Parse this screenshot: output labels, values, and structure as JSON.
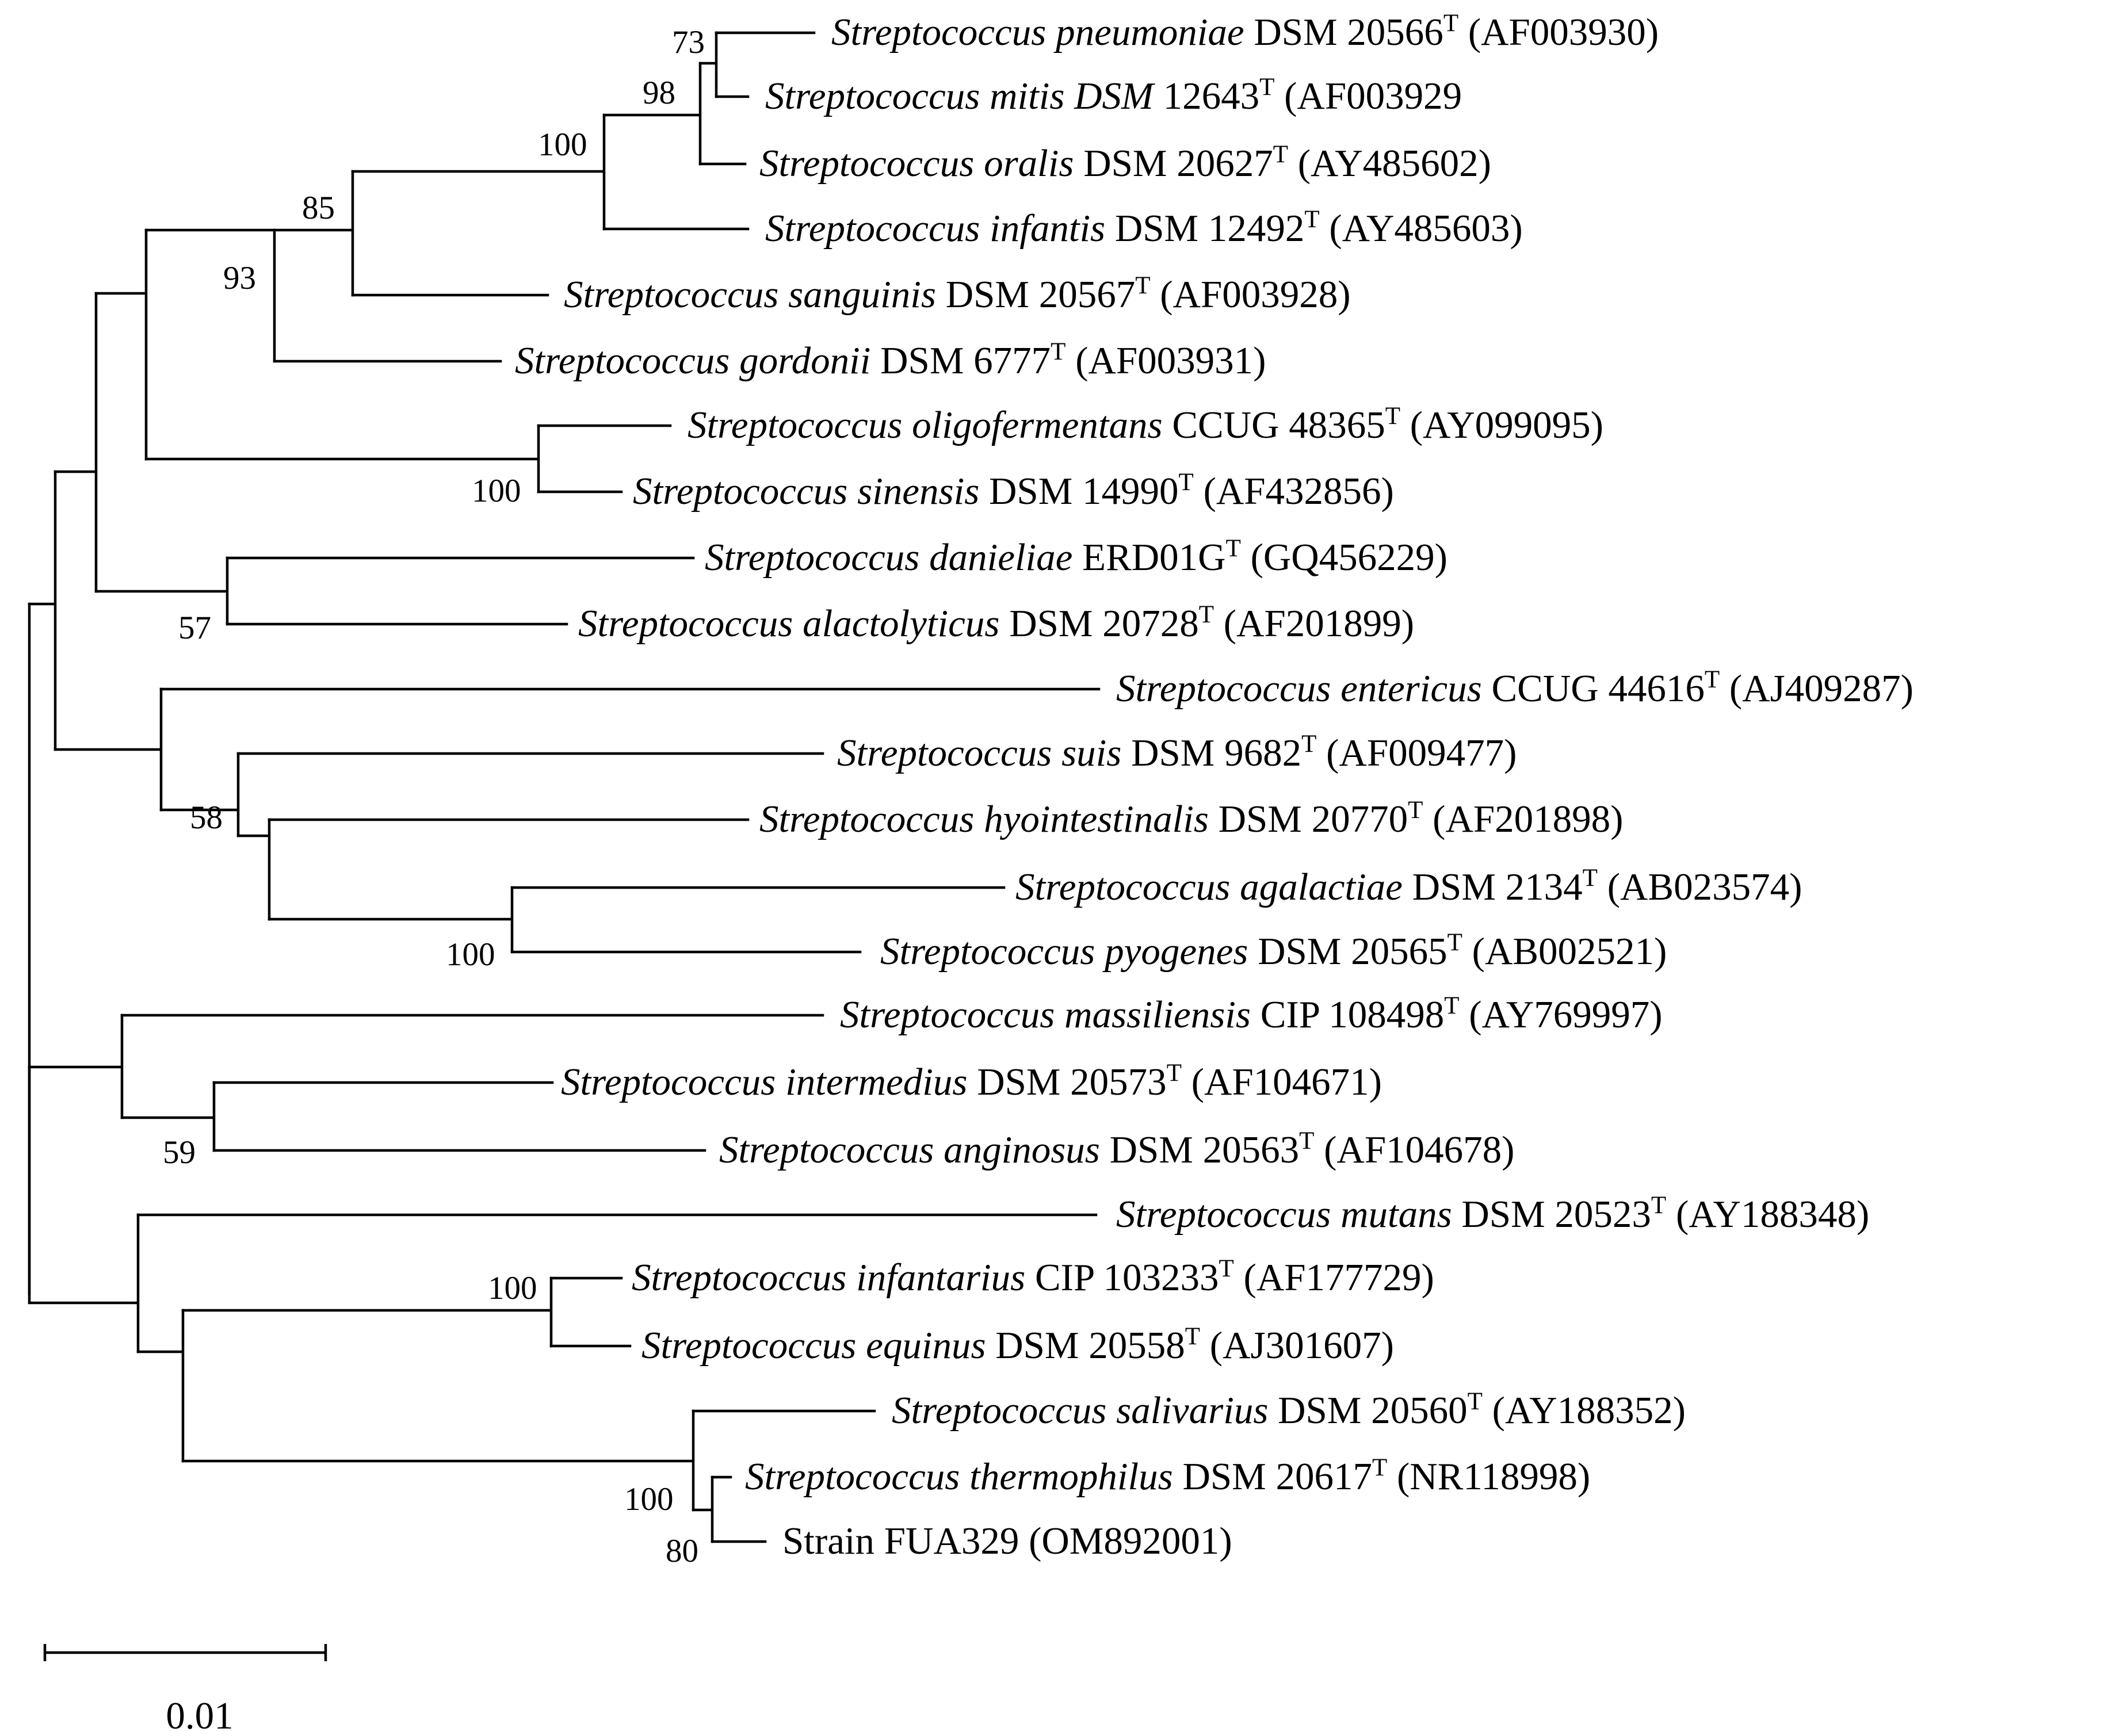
{
  "diagram": {
    "leaves": [
      {
        "genus": "Streptococcus",
        "species": "pneumoniae",
        "strain": "DSM 20566",
        "type_mark": "T",
        "accession": "(AF003930)"
      },
      {
        "genus": "Streptococcus",
        "species": "mitis DSM",
        "strain": "12643",
        "type_mark": "T",
        "accession": "(AF003929"
      },
      {
        "genus": "Streptococcus",
        "species": "oralis",
        "strain": "DSM 20627",
        "type_mark": "T",
        "accession": "(AY485602)"
      },
      {
        "genus": "Streptococcus",
        "species": "infantis",
        "strain": "DSM 12492",
        "type_mark": "T",
        "accession": "(AY485603)"
      },
      {
        "genus": "Streptococcus",
        "species": "sanguinis",
        "strain": "DSM 20567",
        "type_mark": "T",
        "accession": "(AF003928)"
      },
      {
        "genus": "Streptococcus",
        "species": "gordonii",
        "strain": "DSM 6777",
        "type_mark": "T",
        "accession": "(AF003931)"
      },
      {
        "genus": "Streptococcus",
        "species": "oligofermentans",
        "strain": "CCUG 48365",
        "type_mark": "T",
        "accession": "(AY099095)"
      },
      {
        "genus": "Streptococcus",
        "species": "sinensis",
        "strain": "DSM 14990",
        "type_mark": "T",
        "accession": "(AF432856)"
      },
      {
        "genus": "Streptococcus",
        "species": "danieliae",
        "strain": "ERD01G",
        "type_mark": "T",
        "accession": "(GQ456229)"
      },
      {
        "genus": "Streptococcus",
        "species": "alactolyticus",
        "strain": "DSM 20728",
        "type_mark": "T",
        "accession": "(AF201899)"
      },
      {
        "genus": "Streptococcus",
        "species": "entericus",
        "strain": "CCUG 44616",
        "type_mark": "T",
        "accession": "(AJ409287)"
      },
      {
        "genus": "Streptococcus",
        "species": "suis",
        "strain": "DSM 9682",
        "type_mark": "T",
        "accession": "(AF009477)"
      },
      {
        "genus": "Streptococcus",
        "species": "hyointestinalis",
        "strain": "DSM 20770",
        "type_mark": "T",
        "accession": "(AF201898)"
      },
      {
        "genus": "Streptococcus",
        "species": "agalactiae",
        "strain": "DSM 2134",
        "type_mark": "T",
        "accession": "(AB023574)"
      },
      {
        "genus": "Streptococcus",
        "species": "pyogenes",
        "strain": "DSM 20565",
        "type_mark": "T",
        "accession": "(AB002521)"
      },
      {
        "genus": "Streptococcus",
        "species": "massiliensis",
        "strain": "CIP 108498",
        "type_mark": "T",
        "accession": "(AY769997)"
      },
      {
        "genus": "Streptococcus",
        "species": "intermedius",
        "strain": "DSM 20573",
        "type_mark": "T",
        "accession": "(AF104671)"
      },
      {
        "genus": "Streptococcus",
        "species": "anginosus",
        "strain": "DSM 20563",
        "type_mark": "T",
        "accession": "(AF104678)"
      },
      {
        "genus": "Streptococcus",
        "species": "mutans",
        "strain": "DSM 20523",
        "type_mark": "T",
        "accession": "(AY188348)"
      },
      {
        "genus": "Streptococcus",
        "species": "infantarius",
        "strain": "CIP 103233",
        "type_mark": "T",
        "accession": "(AF177729)"
      },
      {
        "genus": "Streptococcus",
        "species": "equinus",
        "strain": "DSM 20558",
        "type_mark": "T",
        "accession": "(AJ301607)"
      },
      {
        "genus": "Streptococcus",
        "species": "salivarius",
        "strain": "DSM 20560",
        "type_mark": "T",
        "accession": "(AY188352)"
      },
      {
        "genus": "Streptococcus",
        "species": "thermophilus",
        "strain": "DSM 20617",
        "type_mark": "T",
        "accession": "(NR118998)"
      },
      {
        "genus": "",
        "species": "",
        "strain": "Strain FUA329",
        "type_mark": "",
        "accession": "(OM892001)"
      }
    ],
    "bootstrap": [
      "73",
      "98",
      "100",
      "85",
      "93",
      "100",
      "57",
      "58",
      "100",
      "59",
      "100",
      "100",
      "80"
    ],
    "scale_bar": {
      "label": "0.01"
    }
  }
}
